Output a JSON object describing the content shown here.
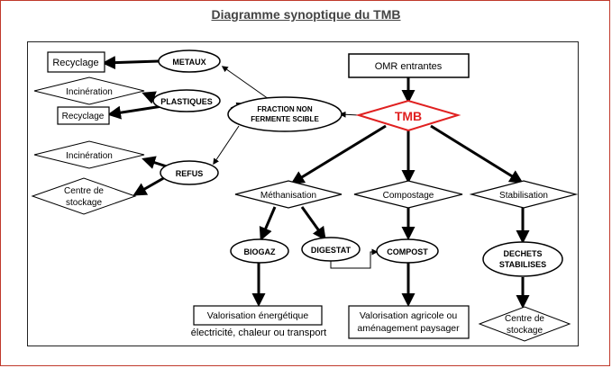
{
  "title": "Diagramme synoptique du TMB",
  "nodes": {
    "omr": "OMR entrantes",
    "tmb": "TMB",
    "fraction_line1": "FRACTION NON",
    "fraction_line2": "FERMENTE SCIBLE",
    "metaux": "METAUX",
    "plastiques": "PLASTIQUES",
    "refus": "REFUS",
    "recyclage_top": "Recyclage",
    "incineration_top": "Incinération",
    "recyclage_mid": "Recyclage",
    "incineration_bot": "Incinération",
    "stockage_left_line1": "Centre de",
    "stockage_left_line2": "stockage",
    "methanisation": "Méthanisation",
    "compostage": "Compostage",
    "stabilisation": "Stabilisation",
    "biogaz": "BIOGAZ",
    "digestat": "DIGESTAT",
    "compost": "COMPOST",
    "dechets_line1": "DECHETS",
    "dechets_line2": "STABILISES",
    "valorisation_energetique": "Valorisation énergétique",
    "valorisation_energetique_caption": "électricité, chaleur ou transport",
    "valorisation_agricole_line1": "Valorisation agricole ou",
    "valorisation_agricole_line2": "aménagement paysager",
    "stockage_right_line1": "Centre de",
    "stockage_right_line2": "stockage"
  },
  "colors": {
    "tmb": "#e02020",
    "frame": "#c0392b",
    "title": "#444444"
  }
}
